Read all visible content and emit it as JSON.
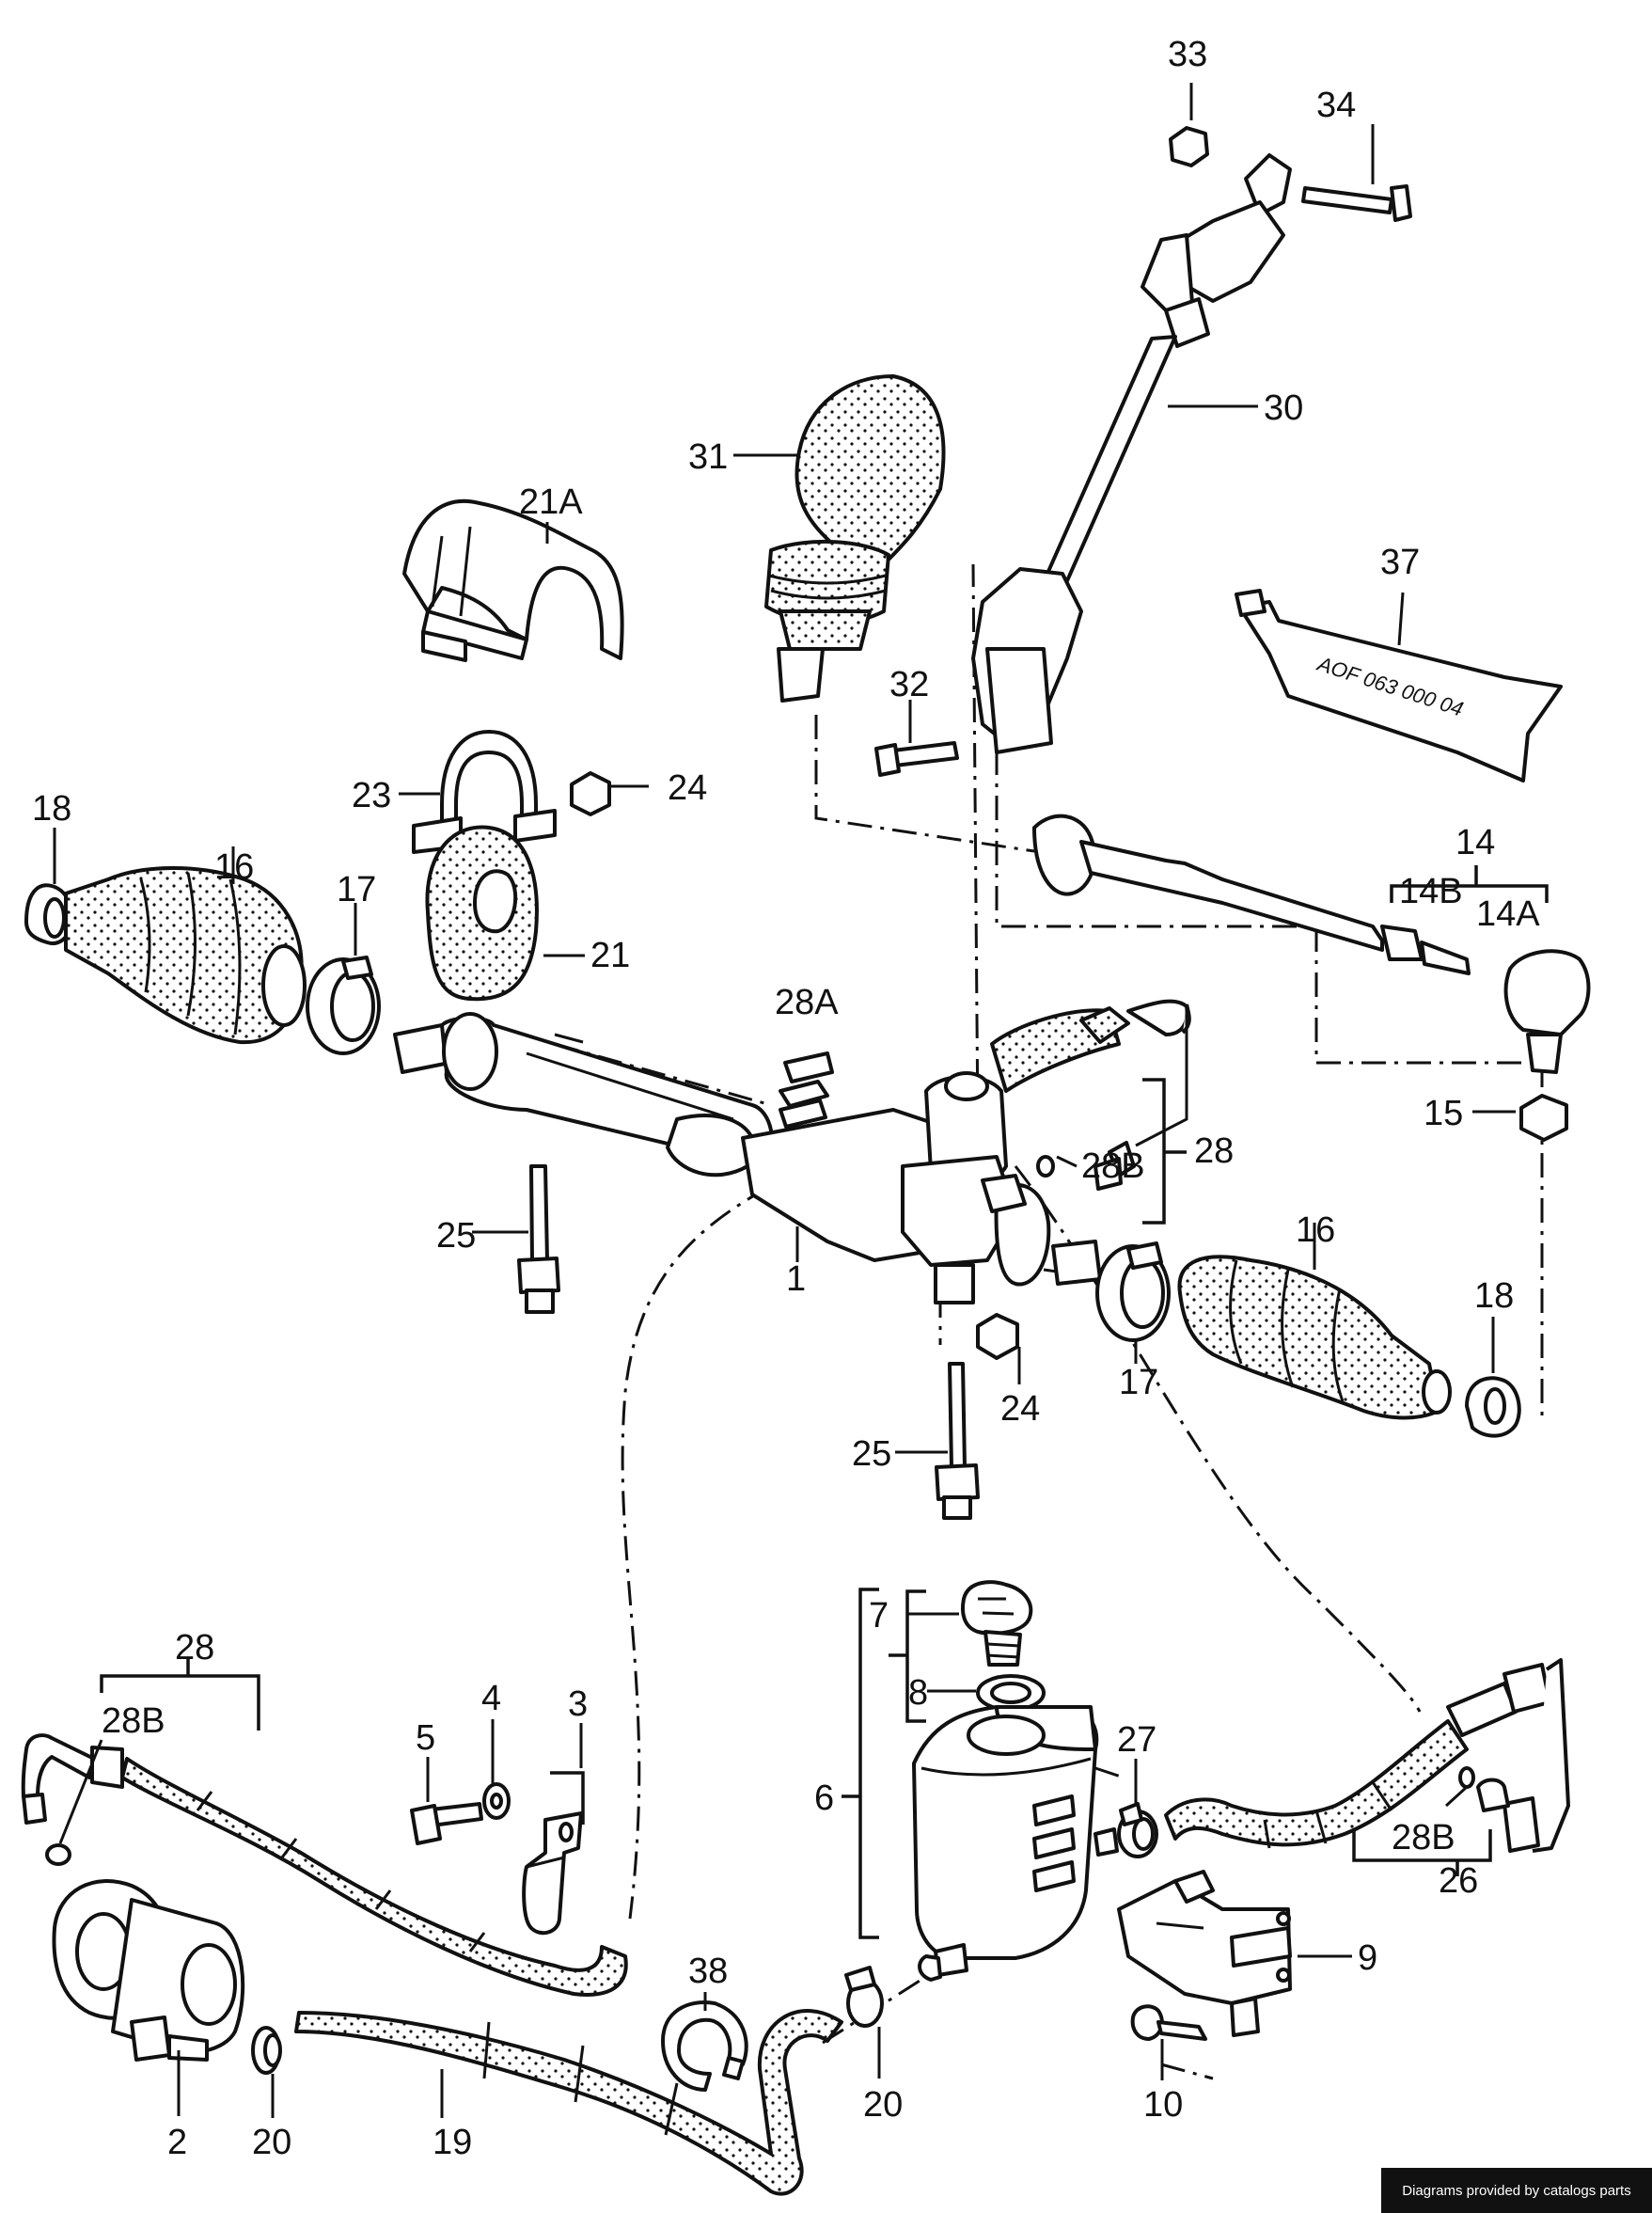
{
  "callouts": {
    "c1": "1",
    "c2": "2",
    "c3": "3",
    "c4": "4",
    "c5": "5",
    "c6": "6",
    "c7": "7",
    "c8": "8",
    "c9": "9",
    "c10": "10",
    "c14": "14",
    "c14a": "14A",
    "c14b": "14B",
    "c15": "15",
    "c16_left": "16",
    "c16_right": "16",
    "c17_left": "17",
    "c17_right": "17",
    "c18_left": "18",
    "c18_right": "18",
    "c19": "19",
    "c20_left": "20",
    "c20_right": "20",
    "c21": "21",
    "c21a": "21A",
    "c23": "23",
    "c24_top": "24",
    "c24_bottom": "24",
    "c25_left": "25",
    "c25_right": "25",
    "c26": "26",
    "c27": "27",
    "c28_upper": "28",
    "c28_lower": "28",
    "c28a": "28A",
    "c28b_upper": "28B",
    "c28b_left": "28B",
    "c28b_right": "28B",
    "c30": "30",
    "c31": "31",
    "c32": "32",
    "c33": "33",
    "c34": "34",
    "c37": "37",
    "c38": "38"
  },
  "grease_tube_text": "AOF 063 000 04",
  "watermark": "Diagrams provided by catalogs parts"
}
